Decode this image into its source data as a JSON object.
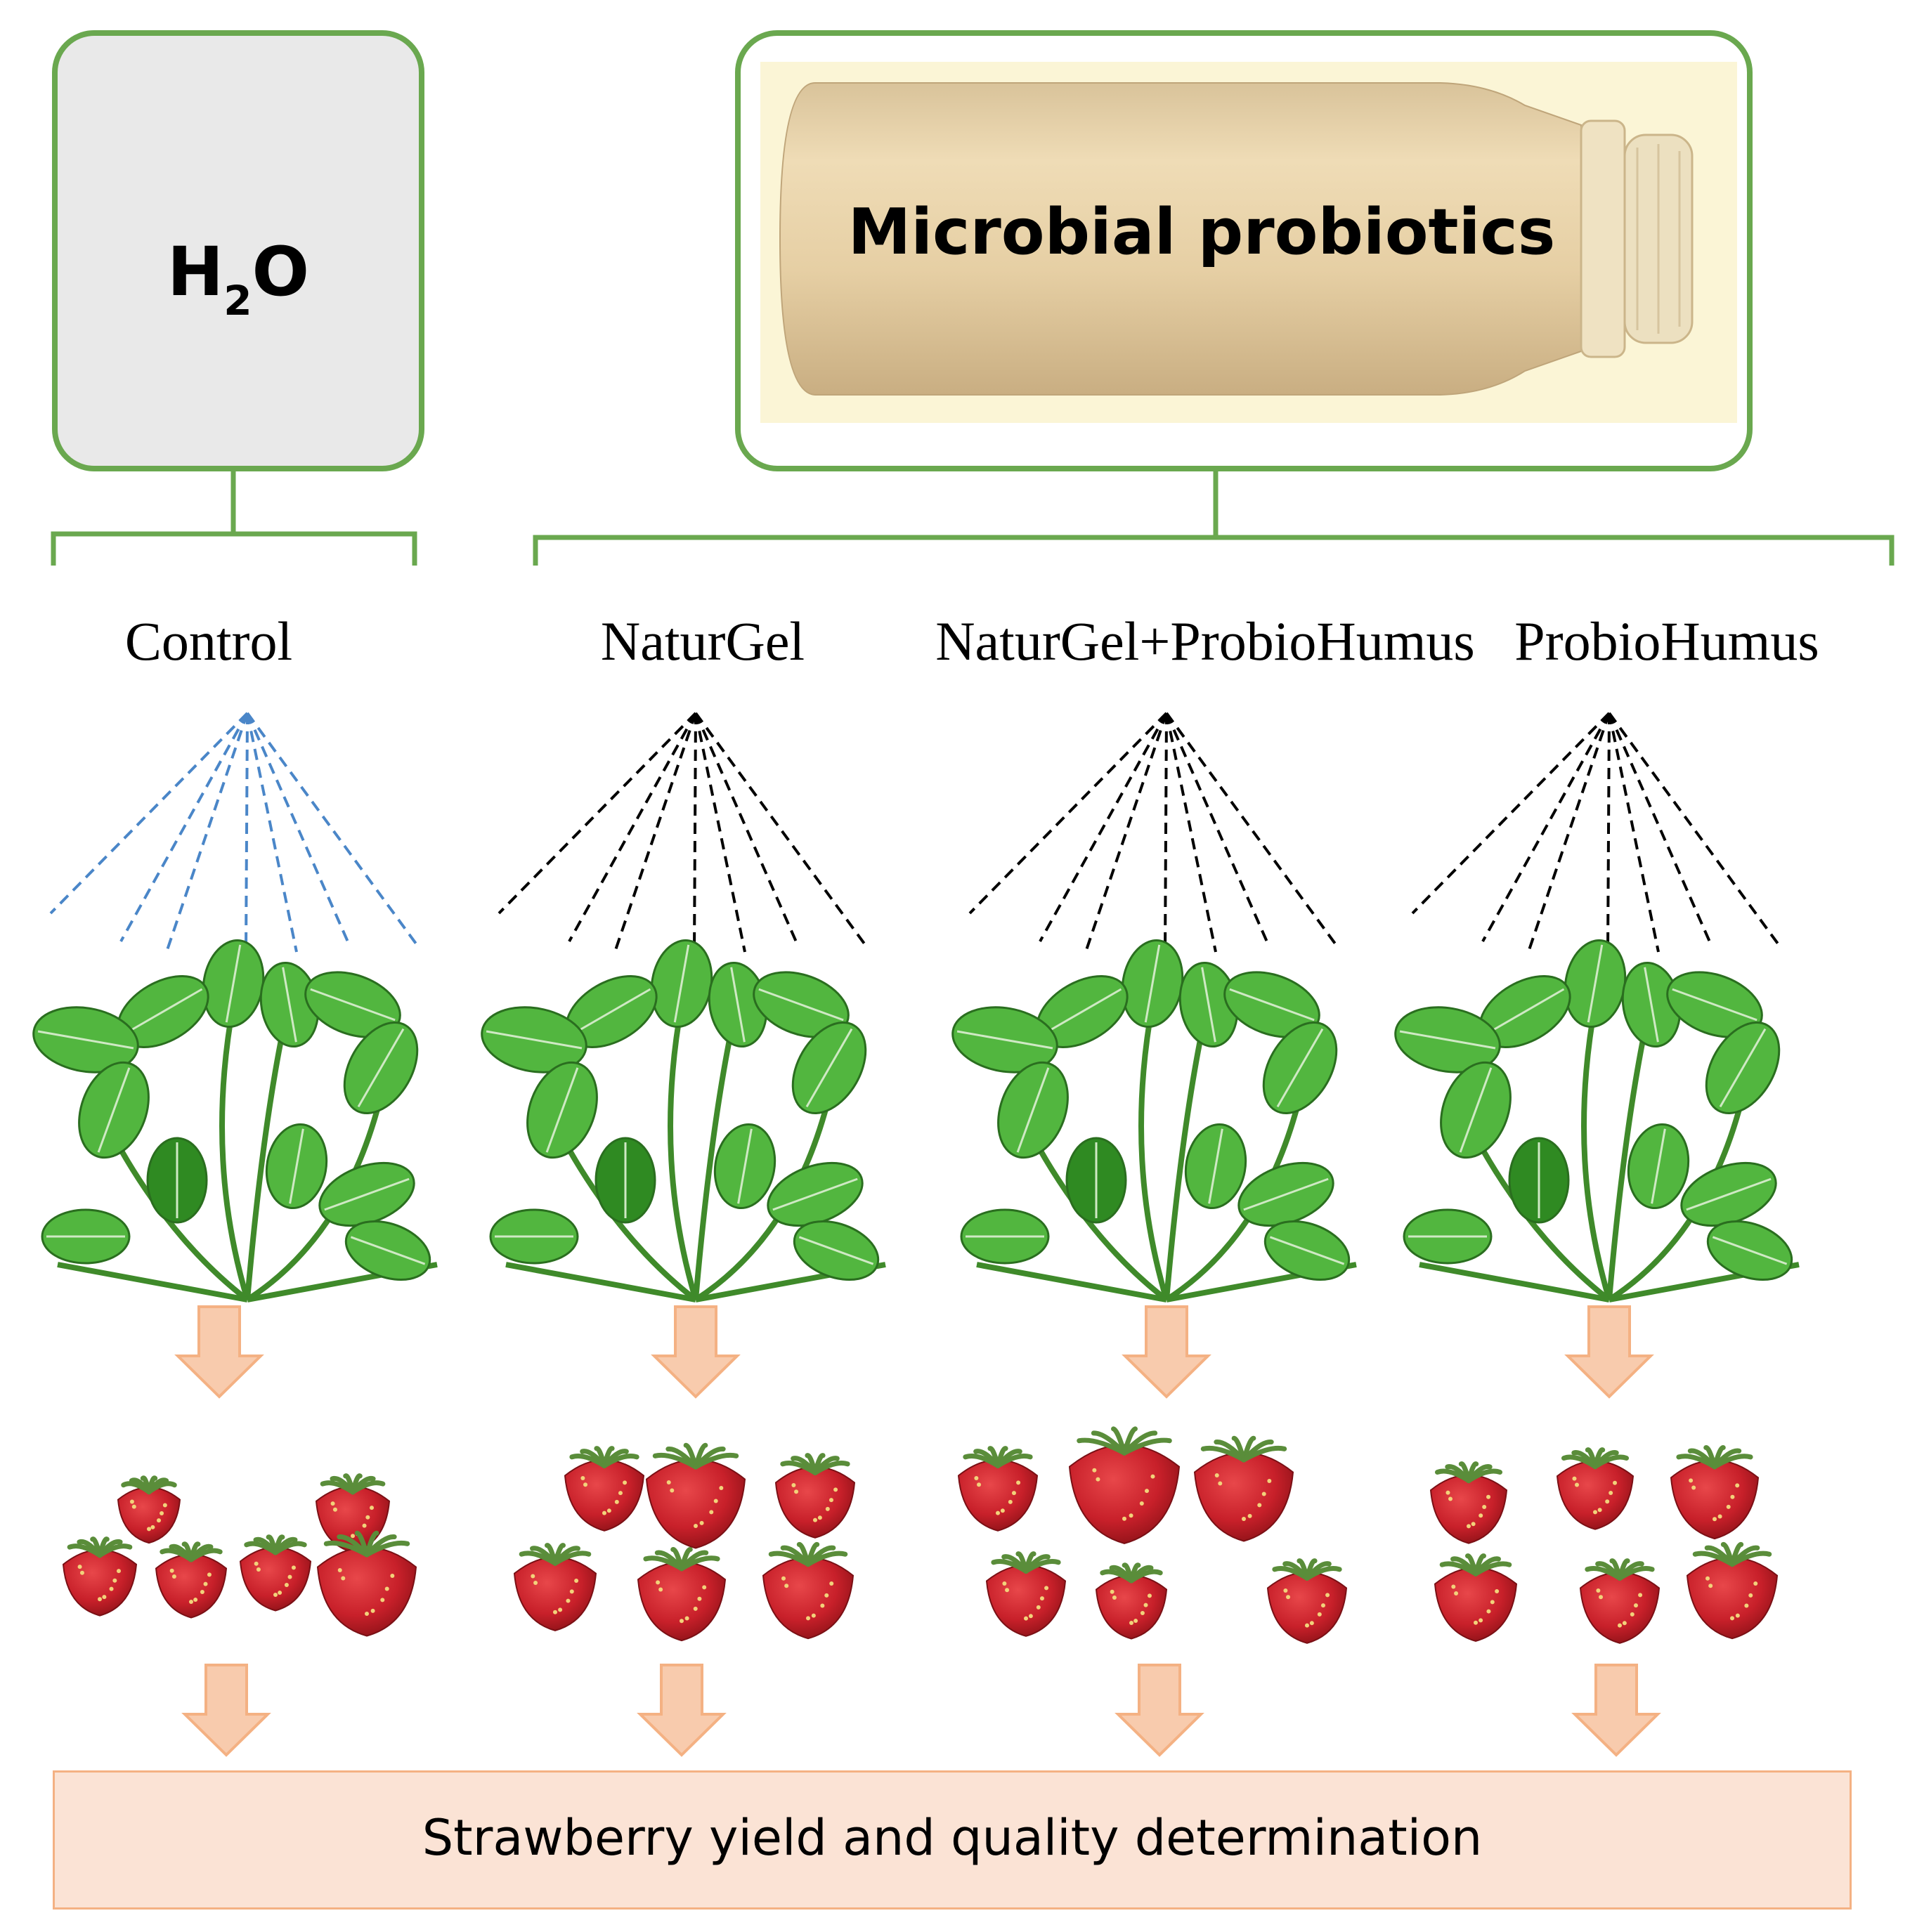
{
  "header": {
    "control_agent": "H",
    "control_agent_sub": "2",
    "control_agent_tail": "O",
    "treatment_agent": "Microbial probiotics"
  },
  "treatments": [
    {
      "label": "Control",
      "spray_color": "#4a86c8"
    },
    {
      "label": "NaturGel",
      "spray_color": "#000000"
    },
    {
      "label": "NaturGel+ProbioHumus",
      "spray_color": "#000000"
    },
    {
      "label": "ProbioHumus",
      "spray_color": "#000000"
    }
  ],
  "result": {
    "label": "Strawberry yield and quality determination"
  },
  "colors": {
    "box_border": "#6aa84f",
    "arrow_fill": "#f8cbad",
    "arrow_stroke": "#f4b183",
    "leaf": "#3d9b2f",
    "berry": "#c8202a"
  }
}
